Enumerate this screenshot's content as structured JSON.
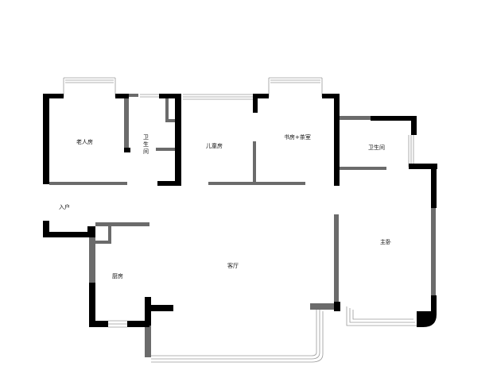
{
  "plan": {
    "rooms": {
      "elderly_room": "老人房",
      "bathroom_small_line1": "卫",
      "bathroom_small_line2": "生",
      "bathroom_small_line3": "间",
      "kids_room": "儿童房",
      "study_tea": "书房+茶室",
      "bathroom_master": "卫生间",
      "entrance": "入户",
      "master_bedroom": "主卧",
      "living_room": "客厅",
      "kitchen": "厨房"
    },
    "colors": {
      "wall_black": "#000000",
      "wall_gray": "#6b6b6b",
      "window_line": "#9a9a9a",
      "background": "#ffffff"
    }
  }
}
